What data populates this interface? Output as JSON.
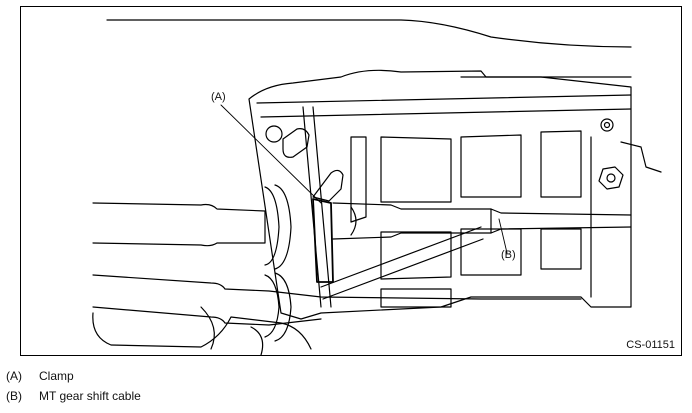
{
  "diagram": {
    "callouts": [
      {
        "id": "A",
        "label": "(A)"
      },
      {
        "id": "B",
        "label": "(B)"
      }
    ],
    "reference_code": "CS-01151"
  },
  "legend": [
    {
      "key": "(A)",
      "text": "Clamp"
    },
    {
      "key": "(B)",
      "text": "MT gear shift cable"
    }
  ]
}
